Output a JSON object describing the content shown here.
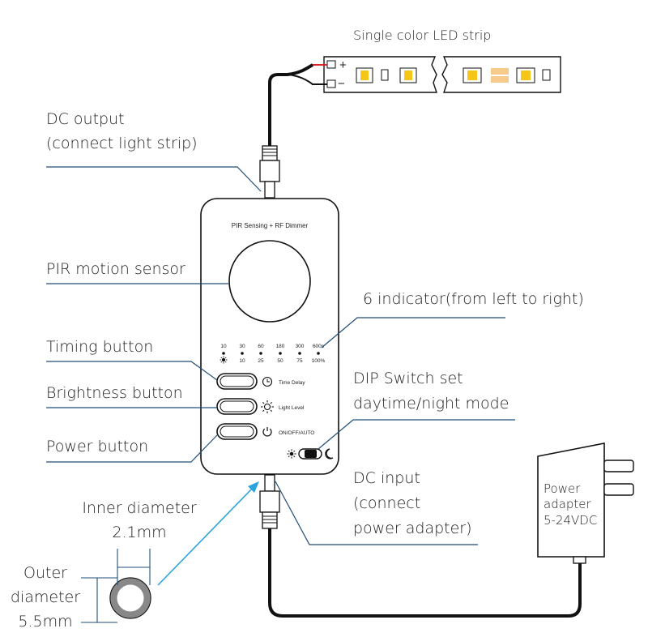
{
  "labels": {
    "led_strip": "Single color LED strip",
    "dc_output_1": "DC output",
    "dc_output_2": "(connect light strip)",
    "pir_sensor": "PIR motion sensor",
    "indicator": "6 indicator(from left to right)",
    "timing": "Timing button",
    "brightness": "Brightness button",
    "power": "Power button",
    "dip_1": "DIP Switch set",
    "dip_2": "daytime/night mode",
    "dc_input_1": "DC input",
    "dc_input_2": "(connect",
    "dc_input_3": "power adapter)",
    "inner_1": "Inner diameter",
    "inner_2": "2.1mm",
    "outer_1": "Outer",
    "outer_2": "diameter",
    "outer_3": "5.5mm",
    "adapter_1": "Power",
    "adapter_2": "adapter",
    "adapter_3": "5-24VDC"
  },
  "device": {
    "title": "PIR Sensing + RF Dimmer",
    "time_values": [
      "10",
      "30",
      "60",
      "180",
      "300",
      "600s"
    ],
    "level_values": [
      "10",
      "25",
      "50",
      "75",
      "100%"
    ],
    "time_delay": "Time Delay",
    "light_level": "Light Level",
    "on_off_auto": "ON/OFF/AUTO"
  },
  "strip": {
    "plus": "+",
    "minus": "−"
  },
  "colors": {
    "callout_line": "#1f4e79",
    "arrow": "#29a3dc",
    "led_yellow": "#f5c518",
    "led_warm": "#f7c98a"
  }
}
